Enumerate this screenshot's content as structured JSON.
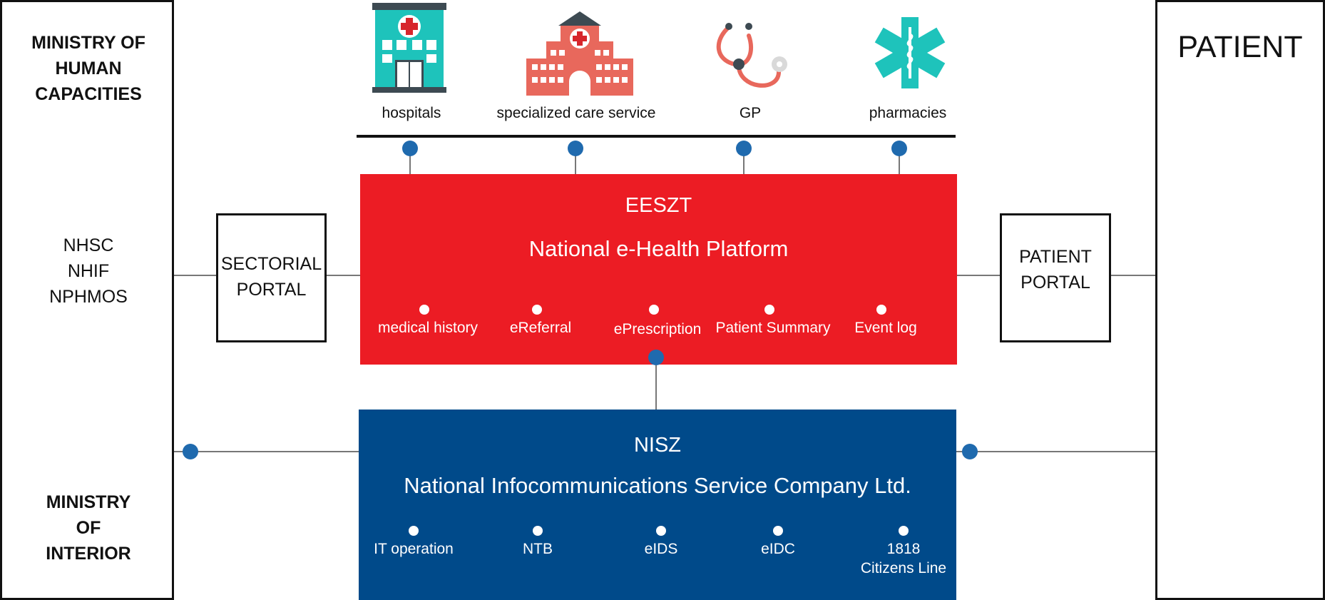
{
  "left_panel": {
    "ministry_top_lines": [
      "MINISTRY OF",
      "HUMAN",
      "CAPACITIES"
    ],
    "agency_lines": [
      "NHSC",
      "NHIF",
      "NPHMOS"
    ],
    "ministry_bottom_lines": [
      "MINISTRY",
      "OF",
      "INTERIOR"
    ]
  },
  "right_panel": {
    "label": "PATIENT"
  },
  "providers": [
    {
      "label": "hospitals",
      "icon": "hospital-icon"
    },
    {
      "label": "specialized care service",
      "icon": "clinic-building-icon"
    },
    {
      "label": "GP",
      "icon": "stethoscope-icon"
    },
    {
      "label": "pharmacies",
      "icon": "star-of-life-icon"
    }
  ],
  "sectorial_portal": {
    "lines": [
      "SECTORIAL",
      "PORTAL"
    ]
  },
  "patient_portal": {
    "lines": [
      "PATIENT",
      "PORTAL"
    ]
  },
  "eeszt": {
    "title": "EESZT",
    "subtitle": "National e-Health Platform",
    "services": [
      "medical history",
      "eReferral",
      "ePrescription",
      "Patient Summary",
      "Event log"
    ],
    "color": "#ec1c24"
  },
  "nisz": {
    "title": "NISZ",
    "subtitle": "National Infocommunications Service Company Ltd.",
    "services": [
      "IT operation",
      "NTB",
      "eIDS",
      "eIDC"
    ],
    "service_last_lines": [
      "1818",
      "Citizens Line"
    ],
    "color": "#004a8a"
  },
  "connector_color": "#1f6aae"
}
